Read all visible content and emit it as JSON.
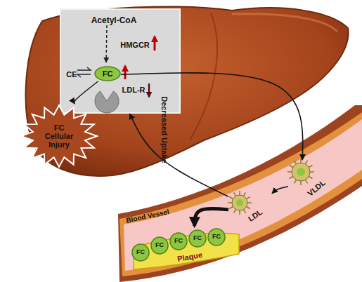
{
  "diagram": {
    "nodes": [
      {
        "text": [
          "Acetyl-CoA",
          "HMGCR",
          "CE"
        ]
      },
      {
        "text": [
          "FC"
        ],
        "in": 0
      },
      {
        "text": [
          "LDL-R"
        ],
        "in": 0
      },
      {
        "text": [
          "FC Cellular Injury"
        ]
      },
      {
        "text": [
          "Blood Vessel"
        ]
      },
      {
        "text": [
          "VLDL"
        ],
        "in": 4
      },
      {
        "text": [
          "LDL"
        ],
        "in": 4
      },
      {
        "text": [
          "Plaque"
        ],
        "in": 4
      },
      {
        "text": [
          "FC"
        ],
        "in": 7
      },
      {
        "text": [
          "FC"
        ],
        "in": 7
      },
      {
        "text": [
          "FC"
        ],
        "in": 7
      },
      {
        "text": [
          "FC"
        ],
        "in": 7
      },
      {
        "text": [
          "FC"
        ],
        "in": 7
      }
    ],
    "edges": [
      {
        "from": 1,
        "to": 3,
        "arrow": "to"
      },
      {
        "from": 1,
        "to": 5,
        "arrow": "to"
      },
      {
        "from": 5,
        "to": 6,
        "arrow": "to"
      },
      {
        "from": 6,
        "to": 2,
        "label": "Decreased Uptake",
        "arrow": "to"
      },
      {
        "from": 6,
        "to": 7,
        "arrow": "to"
      }
    ]
  }
}
